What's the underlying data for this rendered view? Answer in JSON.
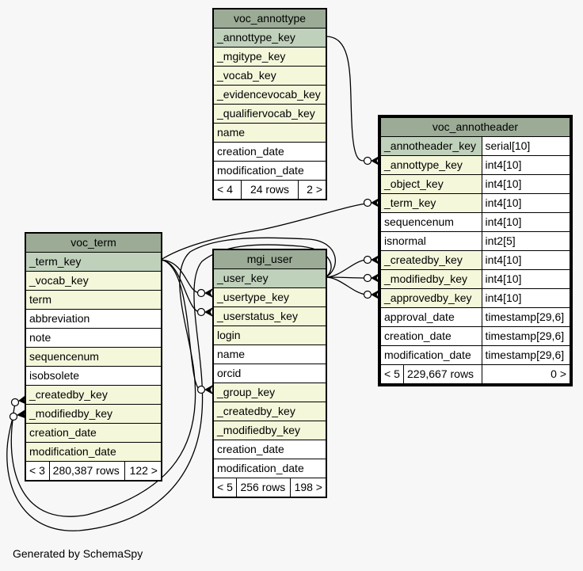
{
  "footer": "Generated by SchemaSpy",
  "tables": {
    "voc_annottype": {
      "name": "voc_annottype",
      "columns": [
        {
          "name": "_annottype_key",
          "kind": "pk"
        },
        {
          "name": "_mgitype_key",
          "kind": "fk"
        },
        {
          "name": "_vocab_key",
          "kind": "fk"
        },
        {
          "name": "_evidencevocab_key",
          "kind": "fk"
        },
        {
          "name": "_qualifiervocab_key",
          "kind": "fk"
        },
        {
          "name": "name",
          "kind": "fk"
        },
        {
          "name": "creation_date",
          "kind": "plain"
        },
        {
          "name": "modification_date",
          "kind": "plain"
        }
      ],
      "footer": {
        "parents": "< 4",
        "rows": "24 rows",
        "children": "2 >"
      }
    },
    "voc_annotheader": {
      "name": "voc_annotheader",
      "columns": [
        {
          "name": "_annotheader_key",
          "type": "serial[10]",
          "kind": "pk"
        },
        {
          "name": "_annottype_key",
          "type": "int4[10]",
          "kind": "fk"
        },
        {
          "name": "_object_key",
          "type": "int4[10]",
          "kind": "fk"
        },
        {
          "name": "_term_key",
          "type": "int4[10]",
          "kind": "fk"
        },
        {
          "name": "sequencenum",
          "type": "int4[10]",
          "kind": "plain"
        },
        {
          "name": "isnormal",
          "type": "int2[5]",
          "kind": "plain"
        },
        {
          "name": "_createdby_key",
          "type": "int4[10]",
          "kind": "fk"
        },
        {
          "name": "_modifiedby_key",
          "type": "int4[10]",
          "kind": "fk"
        },
        {
          "name": "_approvedby_key",
          "type": "int4[10]",
          "kind": "fk"
        },
        {
          "name": "approval_date",
          "type": "timestamp[29,6]",
          "kind": "plain"
        },
        {
          "name": "creation_date",
          "type": "timestamp[29,6]",
          "kind": "plain"
        },
        {
          "name": "modification_date",
          "type": "timestamp[29,6]",
          "kind": "plain"
        }
      ],
      "footer": {
        "parents": "< 5",
        "rows": "229,667 rows",
        "children": "0 >"
      }
    },
    "voc_term": {
      "name": "voc_term",
      "columns": [
        {
          "name": "_term_key",
          "kind": "pk"
        },
        {
          "name": "_vocab_key",
          "kind": "fk"
        },
        {
          "name": "term",
          "kind": "fk"
        },
        {
          "name": "abbreviation",
          "kind": "plain"
        },
        {
          "name": "note",
          "kind": "plain"
        },
        {
          "name": "sequencenum",
          "kind": "fk"
        },
        {
          "name": "isobsolete",
          "kind": "plain"
        },
        {
          "name": "_createdby_key",
          "kind": "fk"
        },
        {
          "name": "_modifiedby_key",
          "kind": "fk"
        },
        {
          "name": "creation_date",
          "kind": "fk"
        },
        {
          "name": "modification_date",
          "kind": "fk"
        }
      ],
      "footer": {
        "parents": "< 3",
        "rows": "280,387 rows",
        "children": "122 >"
      }
    },
    "mgi_user": {
      "name": "mgi_user",
      "columns": [
        {
          "name": "_user_key",
          "kind": "pk"
        },
        {
          "name": "_usertype_key",
          "kind": "fk"
        },
        {
          "name": "_userstatus_key",
          "kind": "fk"
        },
        {
          "name": "login",
          "kind": "fk"
        },
        {
          "name": "name",
          "kind": "plain"
        },
        {
          "name": "orcid",
          "kind": "plain"
        },
        {
          "name": "_group_key",
          "kind": "fk"
        },
        {
          "name": "_createdby_key",
          "kind": "fk"
        },
        {
          "name": "_modifiedby_key",
          "kind": "fk"
        },
        {
          "name": "creation_date",
          "kind": "plain"
        },
        {
          "name": "modification_date",
          "kind": "plain"
        }
      ],
      "footer": {
        "parents": "< 5",
        "rows": "256 rows",
        "children": "198 >"
      }
    }
  },
  "relationships": [
    {
      "from": "voc_annottype._annottype_key",
      "to": "voc_annotheader._annottype_key"
    },
    {
      "from": "voc_term._term_key",
      "to": "voc_annotheader._term_key"
    },
    {
      "from": "mgi_user._user_key",
      "to": "voc_annotheader._createdby_key"
    },
    {
      "from": "mgi_user._user_key",
      "to": "voc_annotheader._modifiedby_key"
    },
    {
      "from": "mgi_user._user_key",
      "to": "voc_annotheader._approvedby_key"
    },
    {
      "from": "voc_term._term_key",
      "to": "mgi_user._usertype_key"
    },
    {
      "from": "voc_term._term_key",
      "to": "mgi_user._userstatus_key"
    },
    {
      "from": "voc_term._term_key",
      "to": "mgi_user._group_key"
    },
    {
      "from": "mgi_user._user_key",
      "to": "voc_term._createdby_key"
    },
    {
      "from": "mgi_user._user_key",
      "to": "voc_term._modifiedby_key"
    }
  ]
}
